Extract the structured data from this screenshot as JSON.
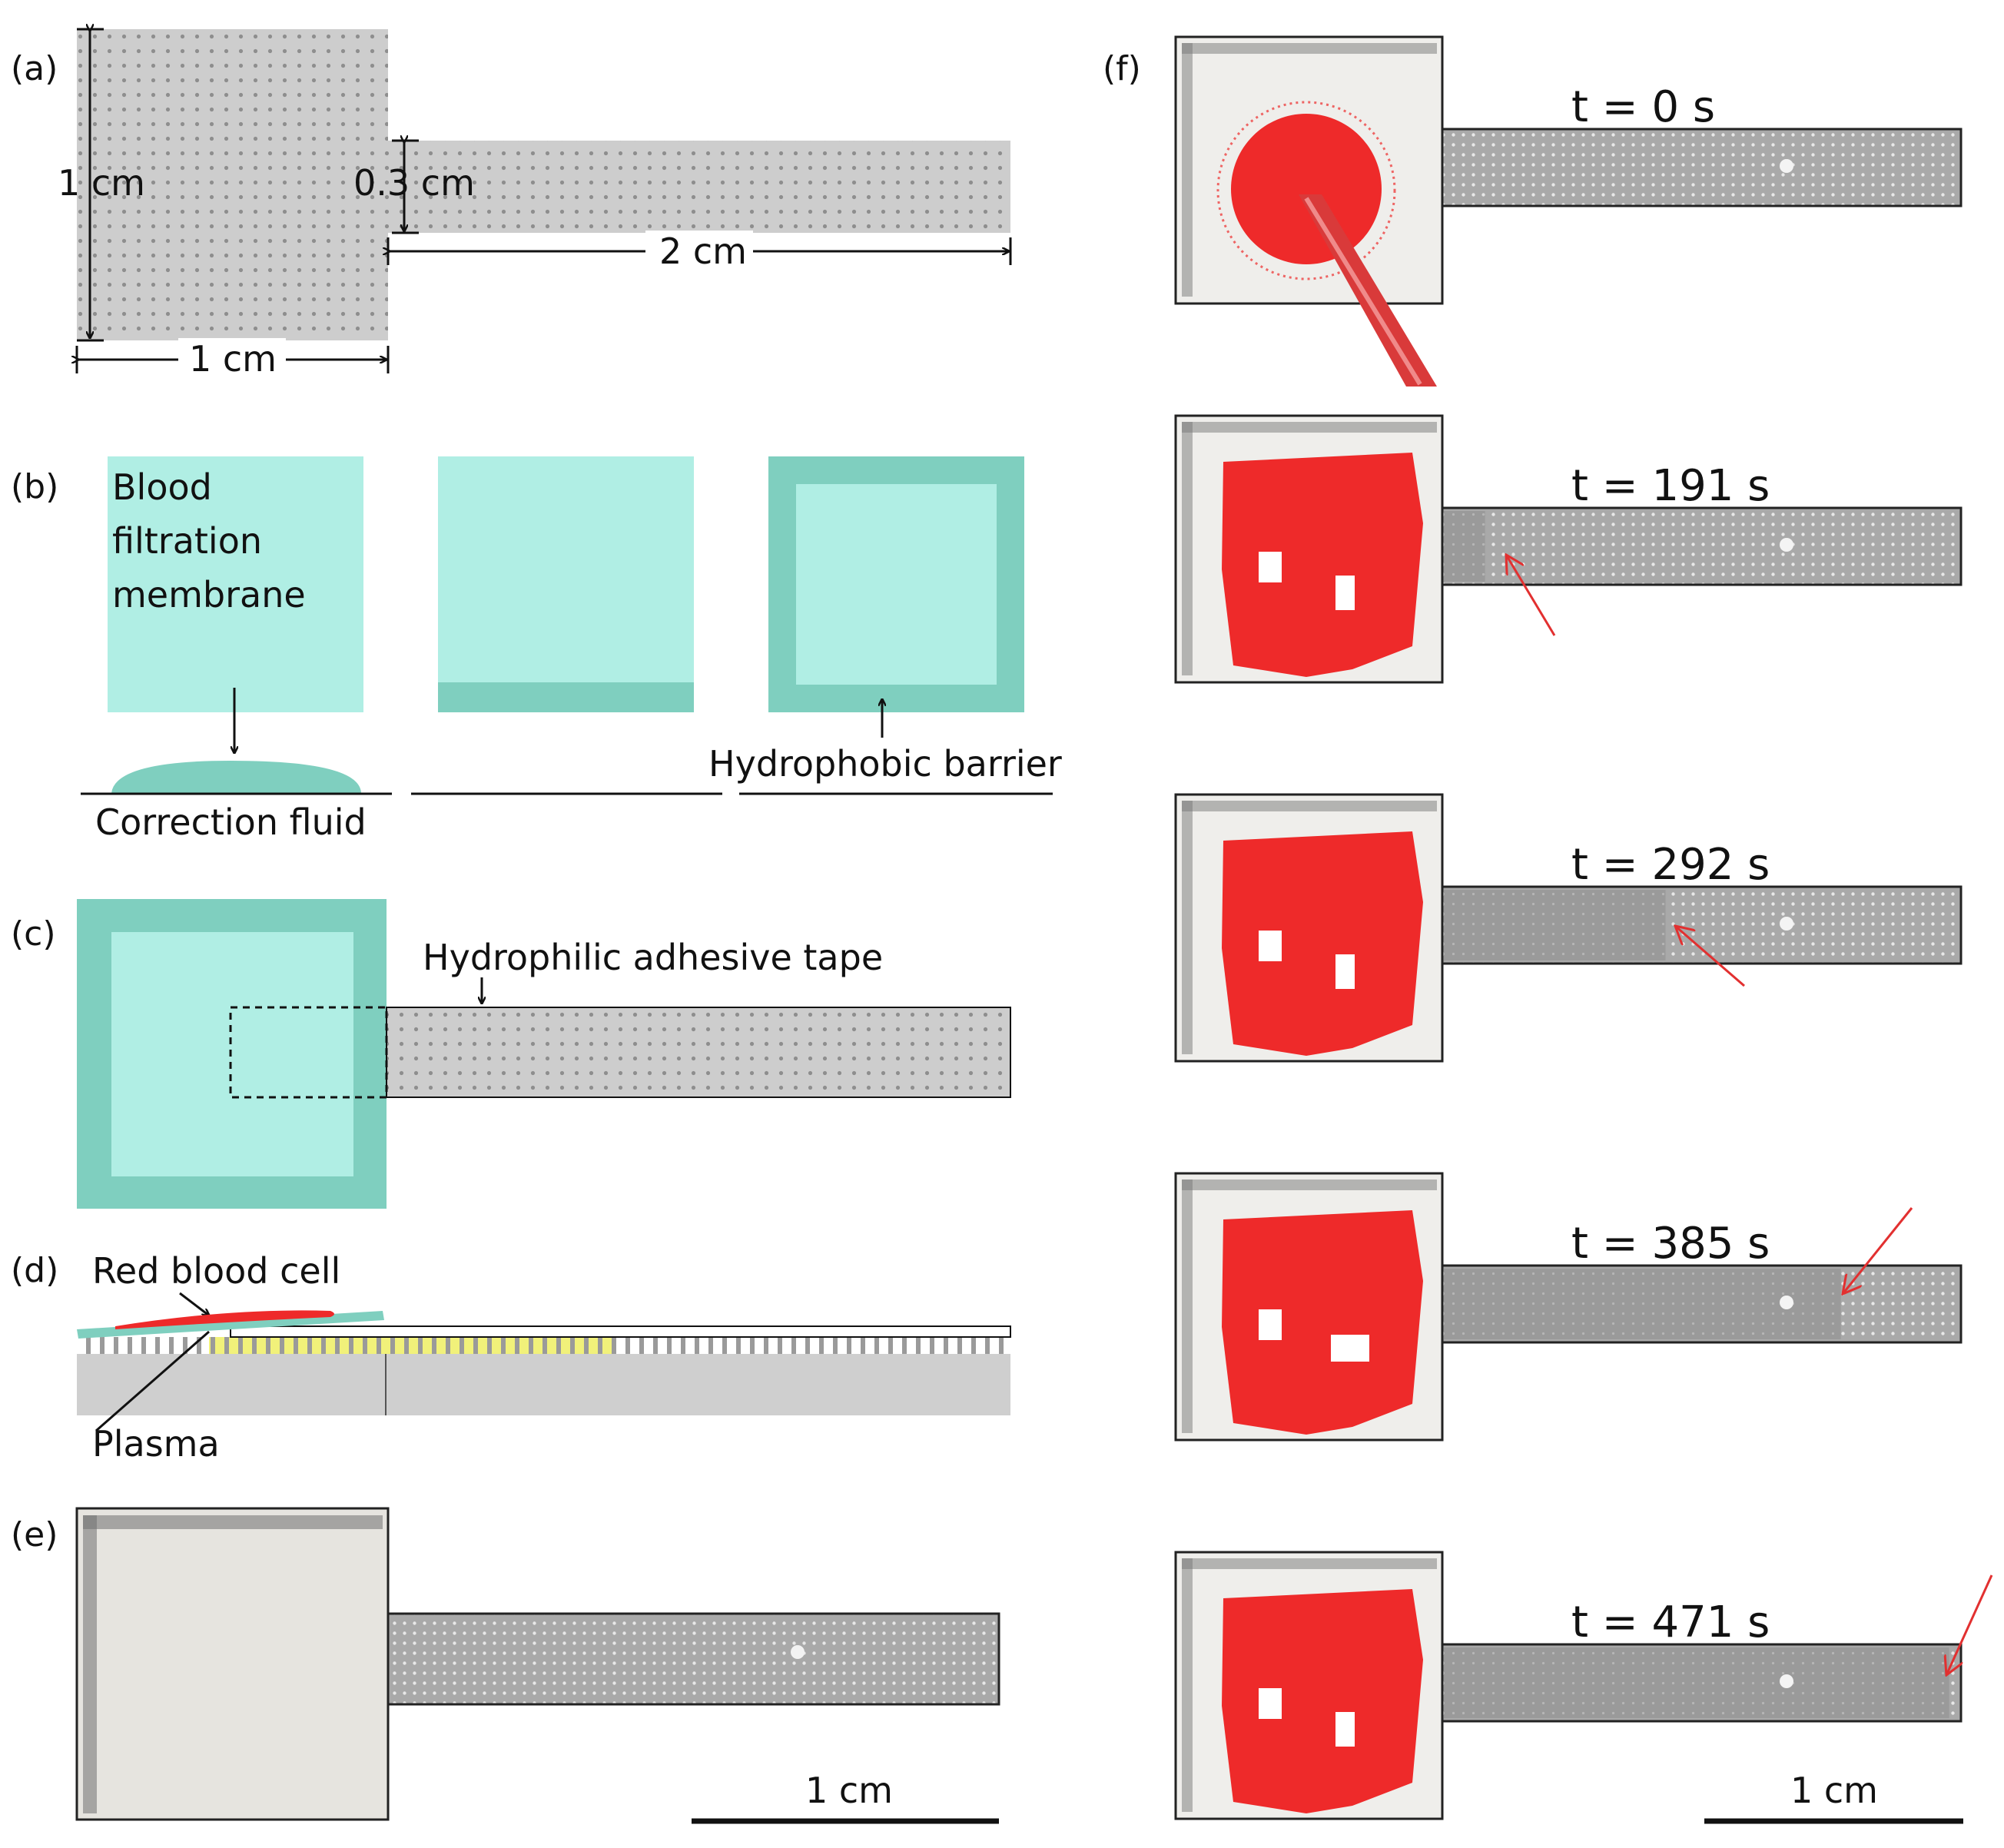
{
  "panels": {
    "a": {
      "label": "(a)",
      "dim_height": "1 cm",
      "dim_width": "1 cm",
      "dim_channel_height": "0.3 cm",
      "dim_channel_length": "2 cm"
    },
    "b": {
      "label": "(b)",
      "membrane_text": [
        "Blood",
        "filtration",
        "membrane"
      ],
      "correction_fluid": "Correction fluid",
      "hydrophobic_barrier": "Hydrophobic barrier"
    },
    "c": {
      "label": "(c)",
      "tape_label": "Hydrophilic adhesive tape"
    },
    "d": {
      "label": "(d)",
      "rbc_label": "Red blood cell",
      "plasma_label": "Plasma"
    },
    "e": {
      "label": "(e)",
      "scale_bar": "1 cm"
    },
    "f": {
      "label": "(f)",
      "times": [
        "t = 0 s",
        "t = 191 s",
        "t = 292 s",
        "t = 385 s",
        "t = 471 s"
      ],
      "plasma_front_fraction": [
        0,
        0.08,
        0.43,
        0.77,
        0.98
      ],
      "scale_bar": "1 cm"
    }
  },
  "colors": {
    "membrane": "#b0eee4",
    "barrier": "#7fcfbf",
    "tape_grey": "#cfcfcf",
    "blood": "#ee2a2a",
    "plasma": "#f1f17a",
    "arrow_red": "#e23030"
  }
}
